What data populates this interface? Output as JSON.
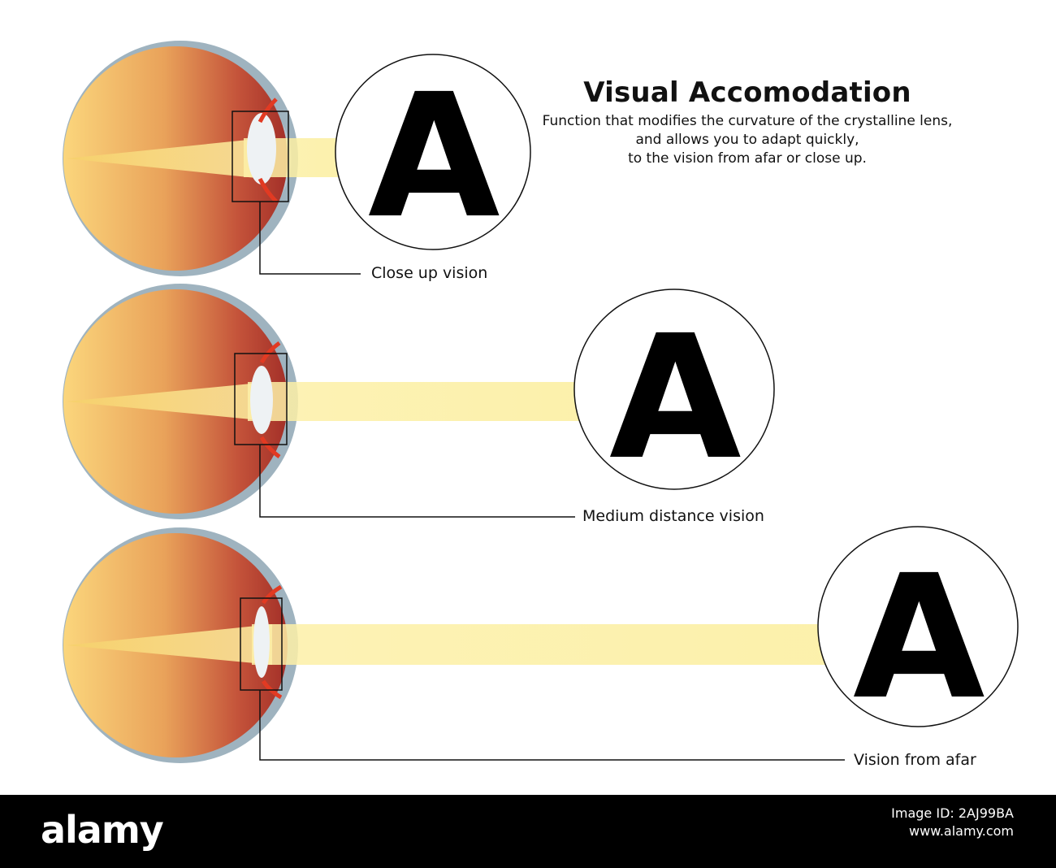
{
  "title": "Visual Accomodation",
  "subtitle_lines": [
    "Function that modifies the curvature of the crystalline lens,",
    "and allows you to adapt quickly,",
    "to the vision from afar or close up."
  ],
  "panels": [
    {
      "label": "Close up vision",
      "letter": "A"
    },
    {
      "label": "Medium distance vision",
      "letter": "A"
    },
    {
      "label": "Vision from afar",
      "letter": "A"
    }
  ],
  "footer": {
    "brand": "alamy",
    "image_id": "Image ID: 2AJ99BA",
    "site": "www.alamy.com"
  },
  "colors": {
    "eye_light": "#f9d278",
    "eye_mid": "#e48a4e",
    "eye_dark": "#a8322a",
    "sclera": "#9eb1bd",
    "light_beam": "#fbf0a6",
    "lens": "#eef2f4",
    "muscle": "#e23a22"
  }
}
